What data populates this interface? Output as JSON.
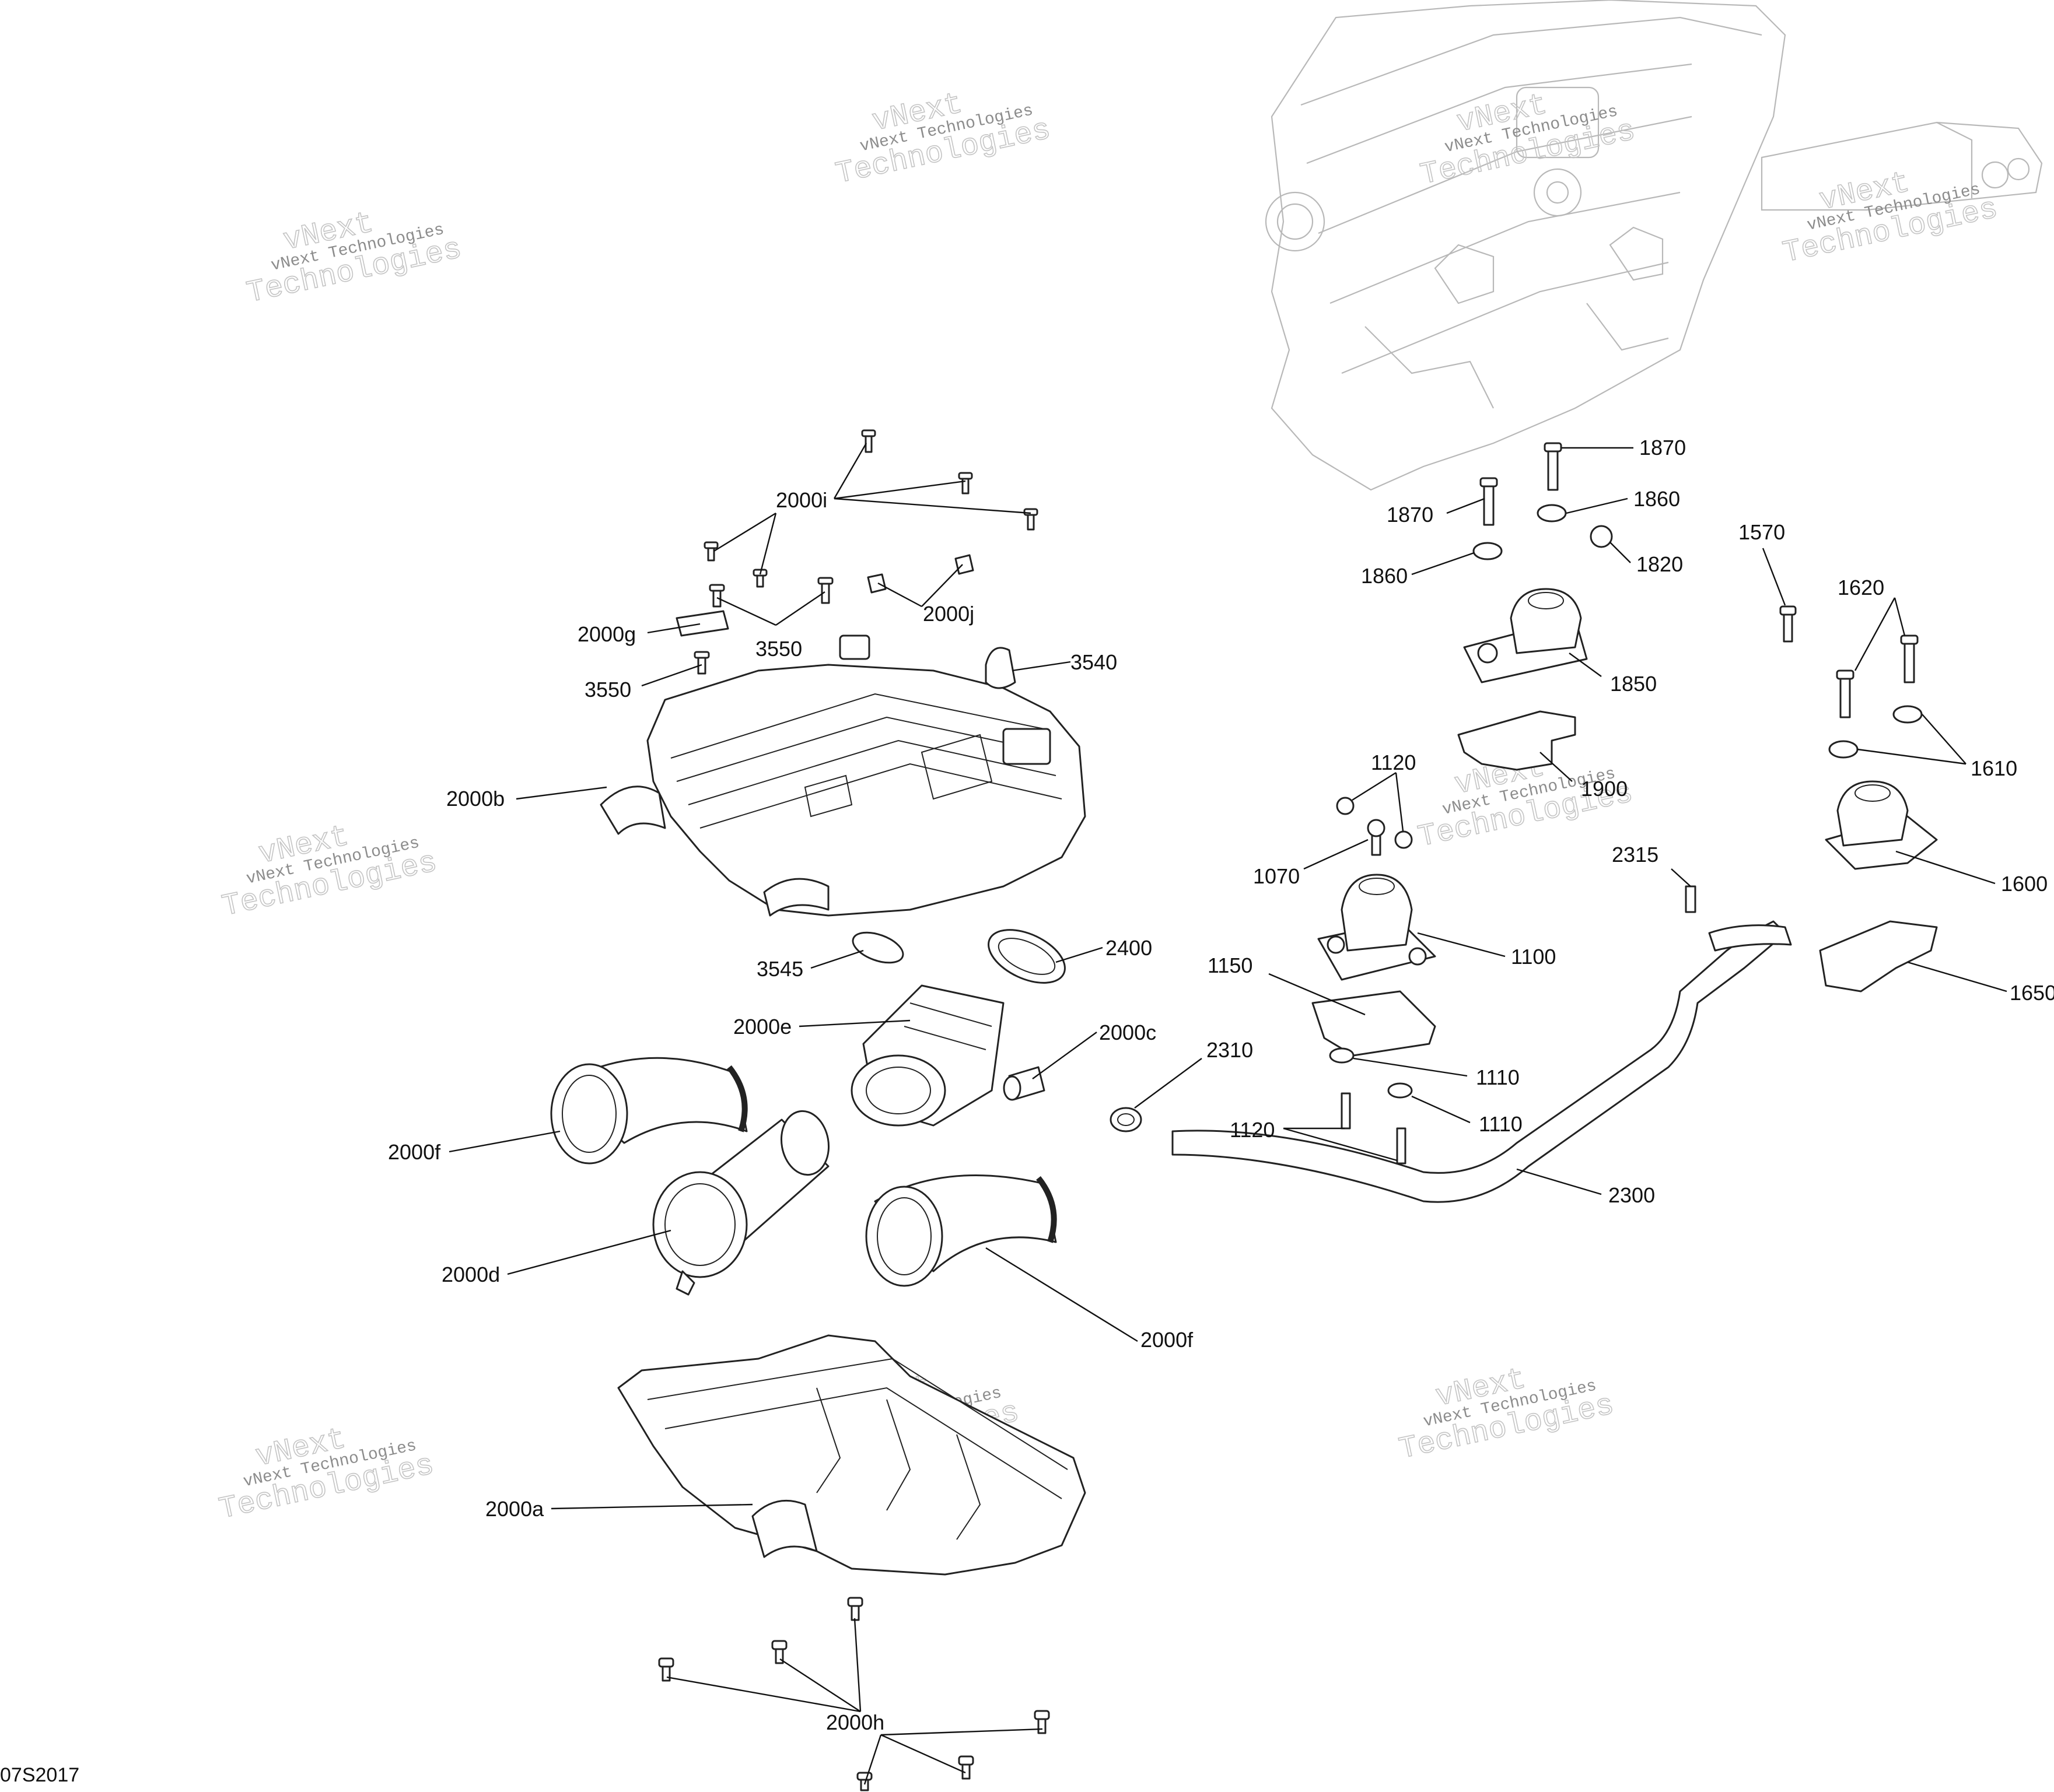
{
  "diagram": {
    "callouts": {
      "c_2000i": "2000i",
      "c_2000j": "2000j",
      "c_2000g": "2000g",
      "c_3550a": "3550",
      "c_3550b": "3550",
      "c_3540": "3540",
      "c_2000b": "2000b",
      "c_3545": "3545",
      "c_2400": "2400",
      "c_2000e": "2000e",
      "c_2000c": "2000c",
      "c_2310": "2310",
      "c_2000f_a": "2000f",
      "c_2000d": "2000d",
      "c_2000f_b": "2000f",
      "c_2000a": "2000a",
      "c_2000h": "2000h",
      "c_1870a": "1870",
      "c_1870b": "1870",
      "c_1860a": "1860",
      "c_1860b": "1860",
      "c_1820": "1820",
      "c_1850": "1850",
      "c_1900": "1900",
      "c_1570": "1570",
      "c_1620": "1620",
      "c_1610": "1610",
      "c_1600": "1600",
      "c_1650": "1650",
      "c_1120a": "1120",
      "c_1070": "1070",
      "c_1100": "1100",
      "c_2315": "2315",
      "c_1150": "1150",
      "c_1110a": "1110",
      "c_1110b": "1110",
      "c_1120b": "1120",
      "c_2300": "2300"
    },
    "drawing_code": "07S2017"
  },
  "watermark": {
    "text_small": "vNext Technologies",
    "text_big_1": "vNext",
    "text_big_2": "Technologies"
  }
}
